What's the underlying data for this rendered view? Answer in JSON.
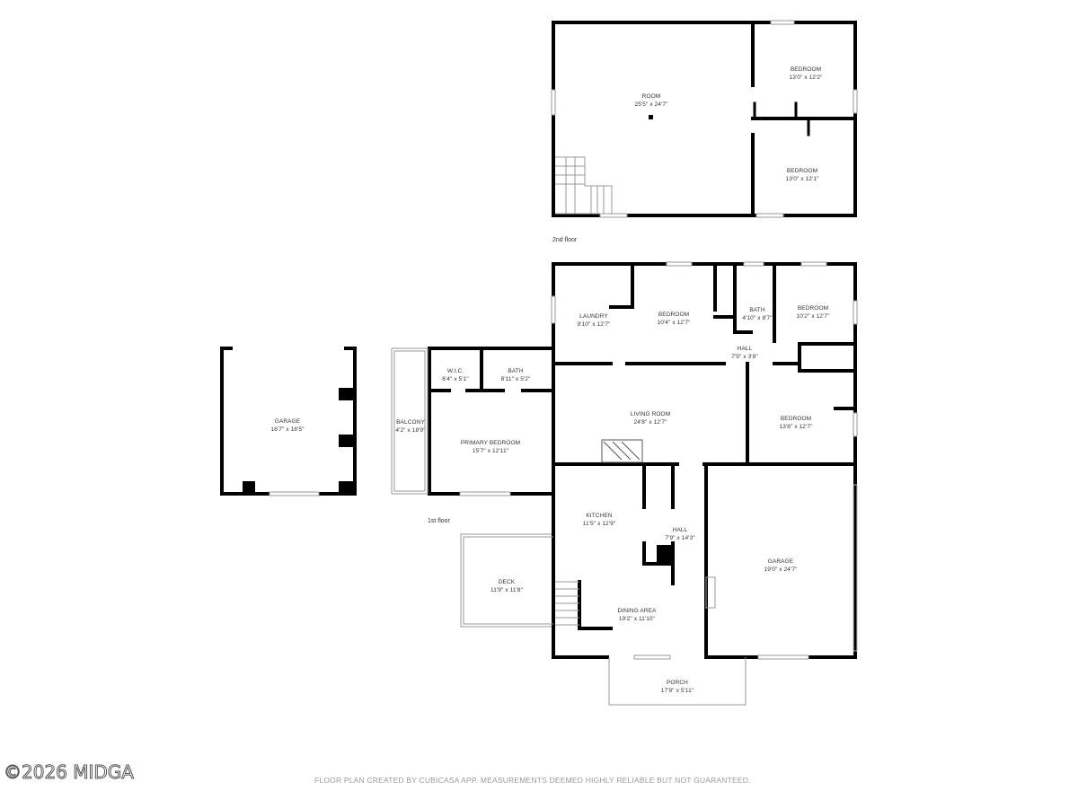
{
  "floors": [
    {
      "label": "2nd floor",
      "rooms": [
        {
          "name": "ROOM",
          "dims": "25'5\" x 24'7\""
        },
        {
          "name": "BEDROOM",
          "dims": "13'0\" x 12'2\""
        },
        {
          "name": "BEDROOM",
          "dims": "13'0\" x 12'1\""
        }
      ]
    },
    {
      "label": "1st floor",
      "rooms": [
        {
          "name": "LAUNDRY",
          "dims": "9'10\" x 12'7\""
        },
        {
          "name": "BEDROOM",
          "dims": "10'4\" x 12'7\""
        },
        {
          "name": "BATH",
          "dims": "4'10\" x 8'7\""
        },
        {
          "name": "BEDROOM",
          "dims": "10'2\" x 12'7\""
        },
        {
          "name": "HALL",
          "dims": "7'5\" x 3'8\""
        },
        {
          "name": "LIVING ROOM",
          "dims": "24'8\" x 12'7\""
        },
        {
          "name": "BEDROOM",
          "dims": "13'8\" x 12'7\""
        },
        {
          "name": "W.I.C.",
          "dims": "6'4\" x 5'1\""
        },
        {
          "name": "BATH",
          "dims": "8'11\" x 5'2\""
        },
        {
          "name": "BALCONY",
          "dims": "4'2\" x 18'9\""
        },
        {
          "name": "PRIMARY BEDROOM",
          "dims": "15'7\" x 12'11\""
        },
        {
          "name": "GARAGE",
          "dims": "16'7\" x 18'5\""
        },
        {
          "name": "KITCHEN",
          "dims": "11'5\" x 12'9\""
        },
        {
          "name": "HALL",
          "dims": "7'9\" x 14'3\""
        },
        {
          "name": "GARAGE",
          "dims": "19'0\" x 24'7\""
        },
        {
          "name": "DECK",
          "dims": "11'9\" x 11'8\""
        },
        {
          "name": "DINING AREA",
          "dims": "19'2\" x 11'10\""
        },
        {
          "name": "PORCH",
          "dims": "17'9\" x 5'11\""
        }
      ]
    }
  ],
  "watermark": "©2026 MIDGA",
  "disclaimer": "FLOOR PLAN CREATED BY CUBICASA APP. MEASUREMENTS DEEMED HIGHLY RELIABLE BUT NOT GUARANTEED.",
  "colors": {
    "wall": "#000000",
    "thin": "#9a9a9a",
    "text": "#333333",
    "background": "#ffffff"
  }
}
